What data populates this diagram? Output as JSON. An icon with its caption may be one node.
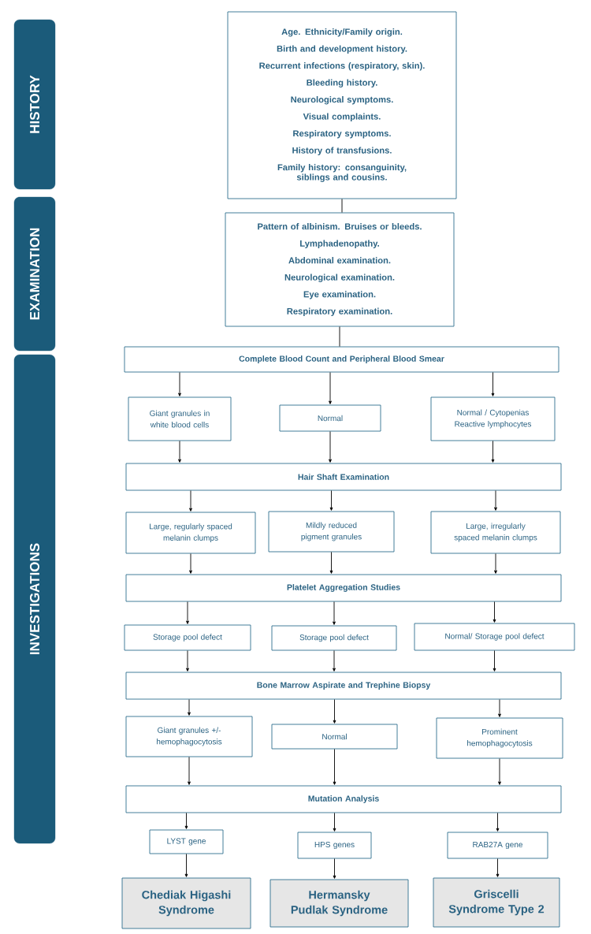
{
  "diagram": {
    "nodes": [
      {
        "text": [
          "HISTORY"
        ]
      },
      {
        "text": [
          "EXAMINATION"
        ]
      },
      {
        "text": [
          "INVESTIGATIONS"
        ]
      },
      {
        "text": [
          "Age. Ethnicity/Family origin.",
          "Birth and development history.",
          "Recurrent infections (respiratory, skin).",
          "Bleeding history.",
          "Neurological symptoms.",
          "Visual complaints.",
          "Respiratory symptoms.",
          "History of transfusions.",
          "Family history: consanguinity, siblings and cousins."
        ]
      },
      {
        "text": [
          "Pattern of albinism. Bruises or bleeds.",
          "Lymphadenopathy.",
          "Abdominal examination.",
          "Neurological examination.",
          "Eye examination.",
          "Respiratory examination."
        ]
      },
      {
        "text": [
          "Complete Blood Count and Peripheral Blood Smear"
        ]
      },
      {
        "text": [
          "Giant granules in white blood cells"
        ]
      },
      {
        "text": [
          "Normal"
        ]
      },
      {
        "text": [
          "Normal / Cytopenias Reactive lymphocytes"
        ]
      },
      {
        "text": [
          "Hair Shaft Examination"
        ]
      },
      {
        "text": [
          "Large, regularly spaced melanin clumps"
        ]
      },
      {
        "text": [
          "Mildly reduced pigment granules"
        ]
      },
      {
        "text": [
          "Large, irregularly spaced melanin clumps"
        ]
      },
      {
        "text": [
          "Platelet Aggregation Studies"
        ]
      },
      {
        "text": [
          "Storage pool defect"
        ]
      },
      {
        "text": [
          "Storage pool defect"
        ]
      },
      {
        "text": [
          "Normal/ Storage pool defect"
        ]
      },
      {
        "text": [
          "Bone Marrow Aspirate and Trephine Biopsy"
        ]
      },
      {
        "text": [
          "Giant granules +/- hemophagocytosis"
        ]
      },
      {
        "text": [
          "Normal"
        ]
      },
      {
        "text": [
          "Prominent hemophagocytosis"
        ]
      },
      {
        "text": [
          "Mutation Analysis"
        ]
      },
      {
        "text": [
          "LYST gene"
        ]
      },
      {
        "text": [
          "HPS genes"
        ]
      },
      {
        "text": [
          "RAB27A gene"
        ]
      },
      {
        "text": [
          "Chediak Higashi Syndrome"
        ]
      },
      {
        "text": [
          "Hermansky Pudlak Syndrome"
        ]
      },
      {
        "text": [
          "Griscelli Syndrome Type 2"
        ]
      }
    ],
    "edges": [
      {
        "from": 3,
        "to": 4,
        "arrow": "none"
      },
      {
        "from": 4,
        "to": 5,
        "arrow": "none"
      },
      {
        "from": 5,
        "to": 6,
        "arrow": "to"
      },
      {
        "from": 5,
        "to": 7,
        "arrow": "to"
      },
      {
        "from": 5,
        "to": 8,
        "arrow": "to"
      },
      {
        "from": 6,
        "to": 9,
        "arrow": "to"
      },
      {
        "from": 7,
        "to": 9,
        "arrow": "to"
      },
      {
        "from": 8,
        "to": 9,
        "arrow": "to"
      },
      {
        "from": 9,
        "to": 10,
        "arrow": "to"
      },
      {
        "from": 9,
        "to": 11,
        "arrow": "to"
      },
      {
        "from": 9,
        "to": 12,
        "arrow": "to"
      },
      {
        "from": 10,
        "to": 13,
        "arrow": "to"
      },
      {
        "from": 11,
        "to": 13,
        "arrow": "to"
      },
      {
        "from": 12,
        "to": 13,
        "arrow": "to"
      },
      {
        "from": 13,
        "to": 14,
        "arrow": "to"
      },
      {
        "from": 13,
        "to": 15,
        "arrow": "to"
      },
      {
        "from": 13,
        "to": 16,
        "arrow": "to"
      },
      {
        "from": 14,
        "to": 17,
        "arrow": "to"
      },
      {
        "from": 15,
        "to": 17,
        "arrow": "to"
      },
      {
        "from": 16,
        "to": 17,
        "arrow": "to"
      },
      {
        "from": 17,
        "to": 18,
        "arrow": "to"
      },
      {
        "from": 17,
        "to": 19,
        "arrow": "to"
      },
      {
        "from": 17,
        "to": 20,
        "arrow": "to"
      },
      {
        "from": 18,
        "to": 21,
        "arrow": "to"
      },
      {
        "from": 19,
        "to": 21,
        "arrow": "to"
      },
      {
        "from": 20,
        "to": 21,
        "arrow": "to"
      },
      {
        "from": 21,
        "to": 22,
        "arrow": "to"
      },
      {
        "from": 21,
        "to": 23,
        "arrow": "to"
      },
      {
        "from": 21,
        "to": 24,
        "arrow": "to"
      },
      {
        "from": 22,
        "to": 25,
        "arrow": "to"
      },
      {
        "from": 23,
        "to": 26,
        "arrow": "to"
      },
      {
        "from": 24,
        "to": 27,
        "arrow": "to"
      }
    ]
  }
}
